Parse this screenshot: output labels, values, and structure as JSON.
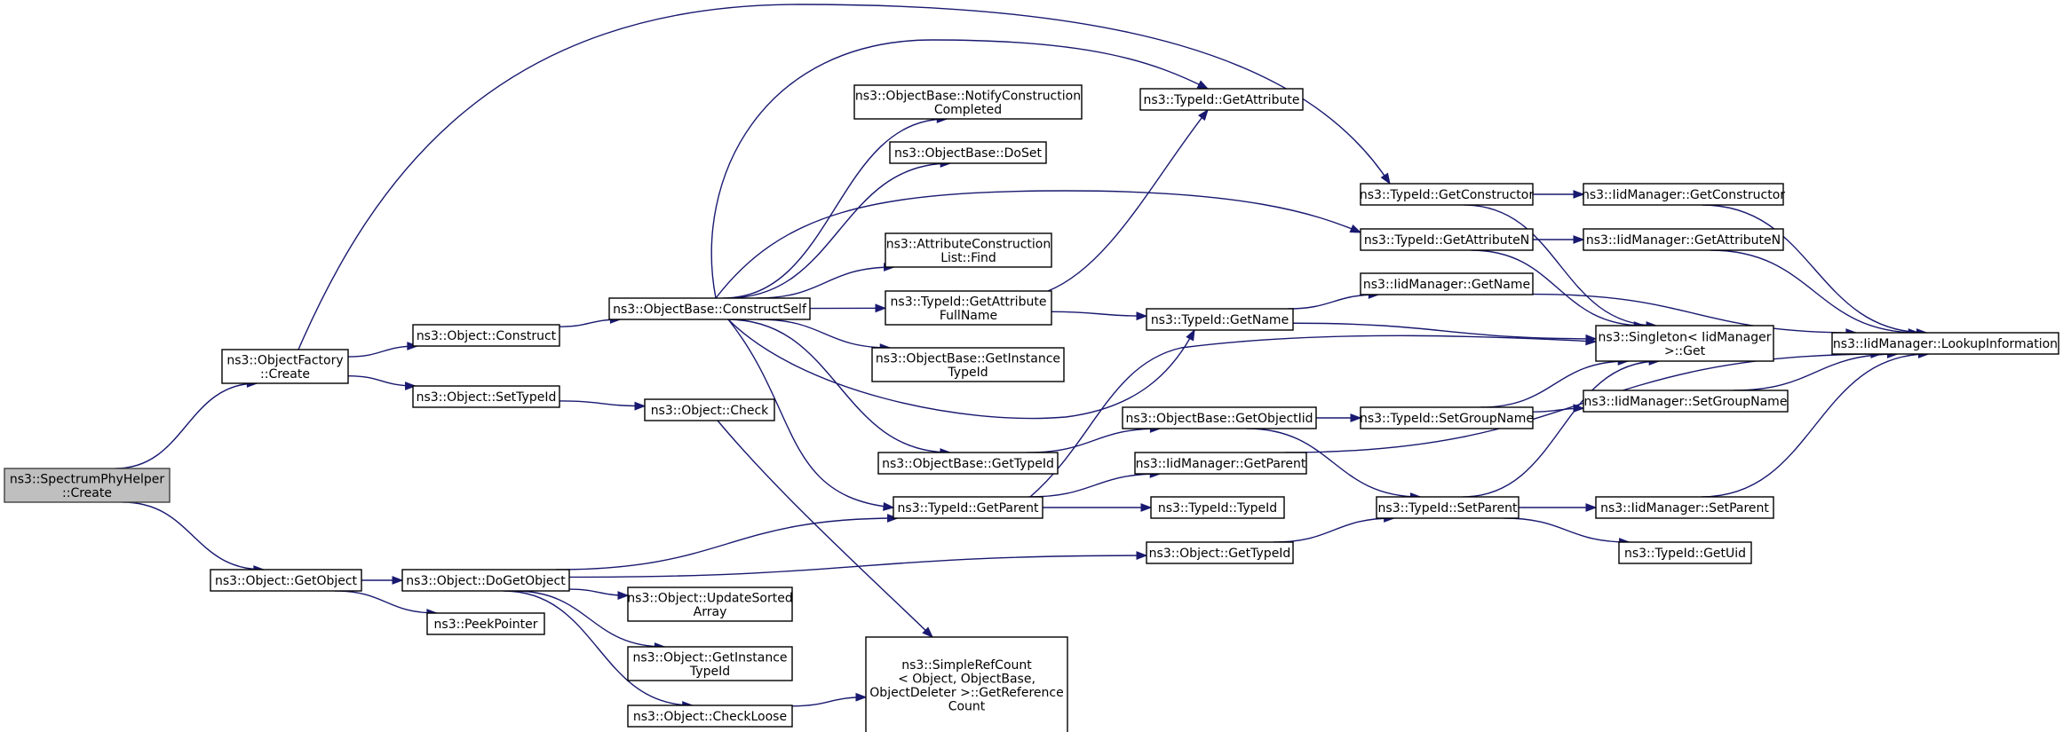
{
  "graph": {
    "title": "",
    "nodes": [
      {
        "id": "root",
        "lines": [
          "ns3::SpectrumPhyHelper",
          "::Create"
        ],
        "root": true
      },
      {
        "id": "of_create",
        "lines": [
          "ns3::ObjectFactory",
          "::Create"
        ]
      },
      {
        "id": "obj_getobject",
        "lines": [
          "ns3::Object::GetObject"
        ]
      },
      {
        "id": "obj_construct",
        "lines": [
          "ns3::Object::Construct"
        ]
      },
      {
        "id": "obj_settypeid",
        "lines": [
          "ns3::Object::SetTypeId"
        ]
      },
      {
        "id": "obj_dogetobject",
        "lines": [
          "ns3::Object::DoGetObject"
        ]
      },
      {
        "id": "peekpointer",
        "lines": [
          "ns3::PeekPointer"
        ]
      },
      {
        "id": "ob_constructself",
        "lines": [
          "ns3::ObjectBase::ConstructSelf"
        ]
      },
      {
        "id": "obj_check",
        "lines": [
          "ns3::Object::Check"
        ]
      },
      {
        "id": "obj_updatesorted",
        "lines": [
          "ns3::Object::UpdateSorted",
          "Array"
        ]
      },
      {
        "id": "obj_getinstancetypeid",
        "lines": [
          "ns3::Object::GetInstance",
          "TypeId"
        ]
      },
      {
        "id": "obj_checkloose",
        "lines": [
          "ns3::Object::CheckLoose"
        ]
      },
      {
        "id": "ob_notify",
        "lines": [
          "ns3::ObjectBase::NotifyConstruction",
          "Completed"
        ]
      },
      {
        "id": "ob_doset",
        "lines": [
          "ns3::ObjectBase::DoSet"
        ]
      },
      {
        "id": "acl_find",
        "lines": [
          "ns3::AttributeConstruction",
          "List::Find"
        ]
      },
      {
        "id": "tid_getattrfullname",
        "lines": [
          "ns3::TypeId::GetAttribute",
          "FullName"
        ]
      },
      {
        "id": "ob_getinstancetypeid",
        "lines": [
          "ns3::ObjectBase::GetInstance",
          "TypeId"
        ]
      },
      {
        "id": "ob_gettypeid",
        "lines": [
          "ns3::ObjectBase::GetTypeId"
        ]
      },
      {
        "id": "tid_getparent",
        "lines": [
          "ns3::TypeId::GetParent"
        ]
      },
      {
        "id": "simplerefcount",
        "lines": [
          "ns3::SimpleRefCount",
          "< Object, ObjectBase,",
          "ObjectDeleter >::GetReference",
          "Count"
        ]
      },
      {
        "id": "tid_getattribute",
        "lines": [
          "ns3::TypeId::GetAttribute"
        ]
      },
      {
        "id": "tid_getname",
        "lines": [
          "ns3::TypeId::GetName"
        ]
      },
      {
        "id": "ob_getobjectiid",
        "lines": [
          "ns3::ObjectBase::GetObjectIid"
        ]
      },
      {
        "id": "iid_getparent",
        "lines": [
          "ns3::IidManager::GetParent"
        ]
      },
      {
        "id": "tid_typeid",
        "lines": [
          "ns3::TypeId::TypeId"
        ]
      },
      {
        "id": "obj_gettypeid",
        "lines": [
          "ns3::Object::GetTypeId"
        ]
      },
      {
        "id": "tid_getconstructor",
        "lines": [
          "ns3::TypeId::GetConstructor"
        ]
      },
      {
        "id": "tid_getattributen",
        "lines": [
          "ns3::TypeId::GetAttributeN"
        ]
      },
      {
        "id": "iid_getname",
        "lines": [
          "ns3::IidManager::GetName"
        ]
      },
      {
        "id": "tid_setgroupname",
        "lines": [
          "ns3::TypeId::SetGroupName"
        ]
      },
      {
        "id": "tid_setparent",
        "lines": [
          "ns3::TypeId::SetParent"
        ]
      },
      {
        "id": "iid_getconstructor",
        "lines": [
          "ns3::IidManager::GetConstructor"
        ]
      },
      {
        "id": "iid_getattributen",
        "lines": [
          "ns3::IidManager::GetAttributeN"
        ]
      },
      {
        "id": "singleton_get",
        "lines": [
          "ns3::Singleton< IidManager",
          " >::Get"
        ]
      },
      {
        "id": "iid_setgroupname",
        "lines": [
          "ns3::IidManager::SetGroupName"
        ]
      },
      {
        "id": "iid_setparent",
        "lines": [
          "ns3::IidManager::SetParent"
        ]
      },
      {
        "id": "tid_getuid",
        "lines": [
          "ns3::TypeId::GetUid"
        ]
      },
      {
        "id": "iid_lookup",
        "lines": [
          "ns3::IidManager::LookupInformation"
        ]
      }
    ],
    "edges": [
      [
        "root",
        "of_create"
      ],
      [
        "root",
        "obj_getobject"
      ],
      [
        "of_create",
        "obj_construct"
      ],
      [
        "of_create",
        "obj_settypeid"
      ],
      [
        "of_create",
        "tid_getconstructor"
      ],
      [
        "obj_construct",
        "ob_constructself"
      ],
      [
        "obj_settypeid",
        "obj_check"
      ],
      [
        "obj_check",
        "simplerefcount"
      ],
      [
        "obj_getobject",
        "obj_dogetobject"
      ],
      [
        "obj_getobject",
        "peekpointer"
      ],
      [
        "obj_dogetobject",
        "tid_getparent"
      ],
      [
        "obj_dogetobject",
        "obj_gettypeid"
      ],
      [
        "obj_dogetobject",
        "obj_updatesorted"
      ],
      [
        "obj_dogetobject",
        "obj_getinstancetypeid"
      ],
      [
        "obj_dogetobject",
        "obj_checkloose"
      ],
      [
        "obj_checkloose",
        "simplerefcount"
      ],
      [
        "ob_constructself",
        "ob_notify"
      ],
      [
        "ob_constructself",
        "ob_doset"
      ],
      [
        "ob_constructself",
        "acl_find"
      ],
      [
        "ob_constructself",
        "tid_getattrfullname"
      ],
      [
        "ob_constructself",
        "ob_getinstancetypeid"
      ],
      [
        "ob_constructself",
        "ob_gettypeid"
      ],
      [
        "ob_constructself",
        "tid_getparent"
      ],
      [
        "ob_constructself",
        "tid_getattribute"
      ],
      [
        "ob_constructself",
        "tid_getattributen"
      ],
      [
        "ob_constructself",
        "tid_getname"
      ],
      [
        "tid_getattrfullname",
        "tid_getattribute"
      ],
      [
        "tid_getattrfullname",
        "tid_getname"
      ],
      [
        "ob_gettypeid",
        "ob_getobjectiid"
      ],
      [
        "tid_getparent",
        "iid_getparent"
      ],
      [
        "tid_getparent",
        "tid_typeid"
      ],
      [
        "tid_getparent",
        "singleton_get"
      ],
      [
        "obj_gettypeid",
        "tid_setparent"
      ],
      [
        "ob_getobjectiid",
        "tid_setgroupname"
      ],
      [
        "ob_getobjectiid",
        "tid_setparent"
      ],
      [
        "iid_getparent",
        "iid_lookup"
      ],
      [
        "tid_getname",
        "iid_getname"
      ],
      [
        "tid_getname",
        "singleton_get"
      ],
      [
        "tid_getconstructor",
        "iid_getconstructor"
      ],
      [
        "tid_getconstructor",
        "singleton_get"
      ],
      [
        "tid_getattributen",
        "iid_getattributen"
      ],
      [
        "tid_getattributen",
        "singleton_get"
      ],
      [
        "iid_getname",
        "iid_lookup"
      ],
      [
        "tid_setgroupname",
        "singleton_get"
      ],
      [
        "tid_setgroupname",
        "iid_setgroupname"
      ],
      [
        "tid_setparent",
        "singleton_get"
      ],
      [
        "tid_setparent",
        "iid_setparent"
      ],
      [
        "tid_setparent",
        "tid_getuid"
      ],
      [
        "iid_getconstructor",
        "iid_lookup"
      ],
      [
        "iid_getattributen",
        "iid_lookup"
      ],
      [
        "iid_setgroupname",
        "iid_lookup"
      ],
      [
        "iid_setparent",
        "iid_lookup"
      ]
    ]
  }
}
